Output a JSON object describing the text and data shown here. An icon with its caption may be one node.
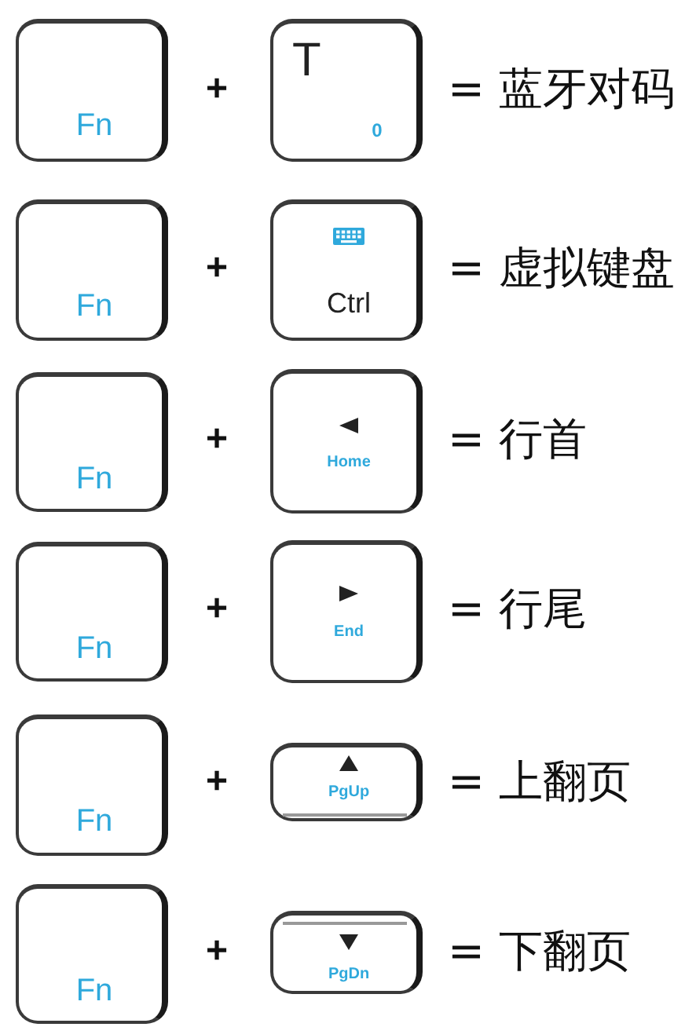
{
  "diagram": {
    "nodes": [
      {
        "text": [
          "Fn"
        ]
      },
      {
        "text": [
          "T",
          "0"
        ]
      },
      {
        "text": [
          "Fn"
        ]
      },
      {
        "text": [
          "Ctrl"
        ]
      },
      {
        "text": [
          "Fn"
        ]
      },
      {
        "text": [
          "Home"
        ]
      },
      {
        "text": [
          "Fn"
        ]
      },
      {
        "text": [
          "End"
        ]
      },
      {
        "text": [
          "Fn"
        ]
      },
      {
        "text": [
          "PgUp"
        ]
      },
      {
        "text": [
          "Fn"
        ]
      },
      {
        "text": [
          "PgDn"
        ]
      }
    ],
    "labels": [
      "+",
      "= 蓝牙对码",
      "+",
      "= 虚拟键盘",
      "+",
      "= 行首",
      "+",
      "= 行尾",
      "+",
      "= 上翻页",
      "+",
      "= 下翻页"
    ]
  }
}
